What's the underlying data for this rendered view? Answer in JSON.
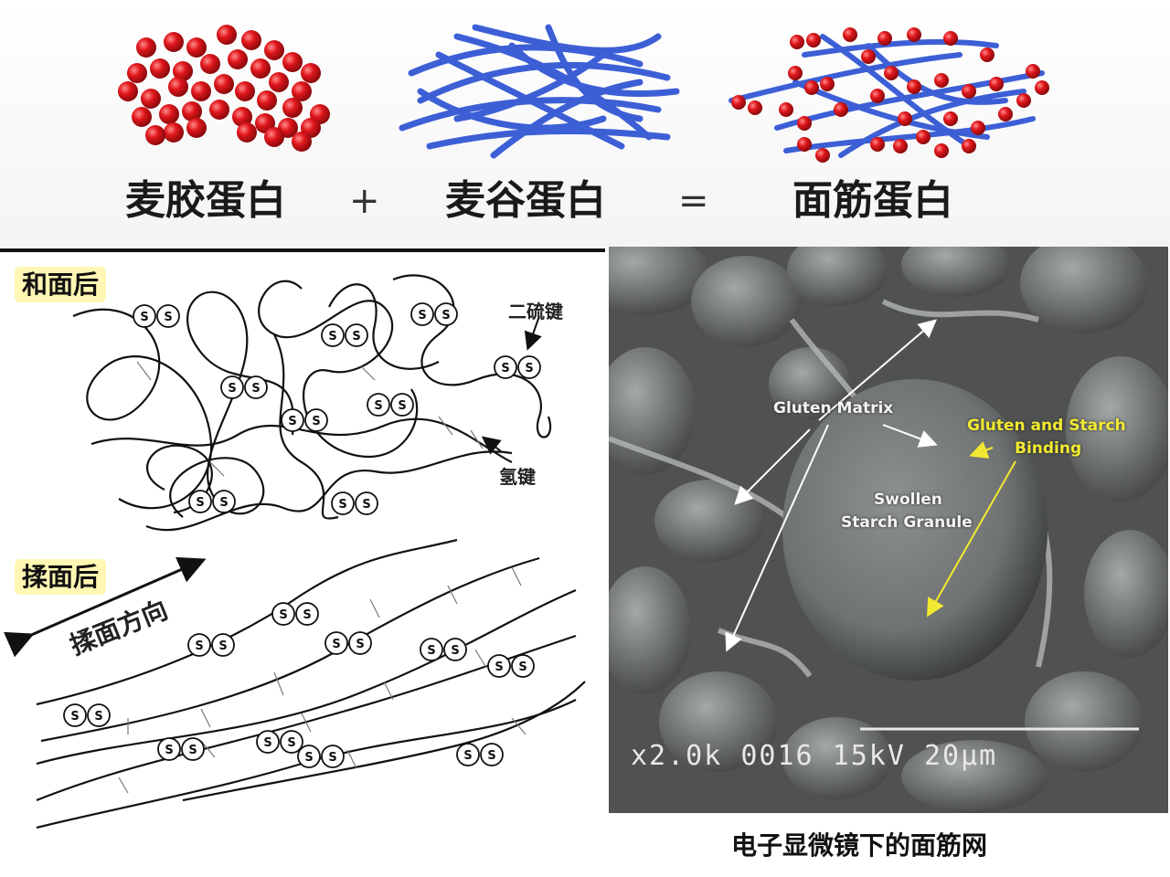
{
  "formula": {
    "gliadin": "麦胶蛋白",
    "plus": "+",
    "glutenin": "麦谷蛋白",
    "equals": "=",
    "gluten": "面筋蛋白"
  },
  "colors": {
    "gliadin_bead": "#e0161b",
    "glutenin_fiber": "#3d5fd6",
    "sem_background": "#5e6060",
    "sem_yellow_label": "#f2ea30",
    "stage_highlight": "#fff7b3"
  },
  "diagram": {
    "after_mixing": "和面后",
    "after_kneading": "揉面后",
    "kneading_direction": "揉面方向",
    "disulfide_bond": "二硫键",
    "hydrogen_bond": "氢键",
    "sulfur_symbol": "S"
  },
  "micrograph": {
    "gluten_matrix": "Gluten Matrix",
    "gluten_starch_binding_line1": "Gluten and Starch",
    "gluten_starch_binding_line2": "Binding",
    "swollen_line1": "Swollen",
    "swollen_line2": "Starch Granule",
    "readout": "x2.0k 0016 15kV 20μm",
    "caption": "电子显微镜下的面筋网"
  }
}
